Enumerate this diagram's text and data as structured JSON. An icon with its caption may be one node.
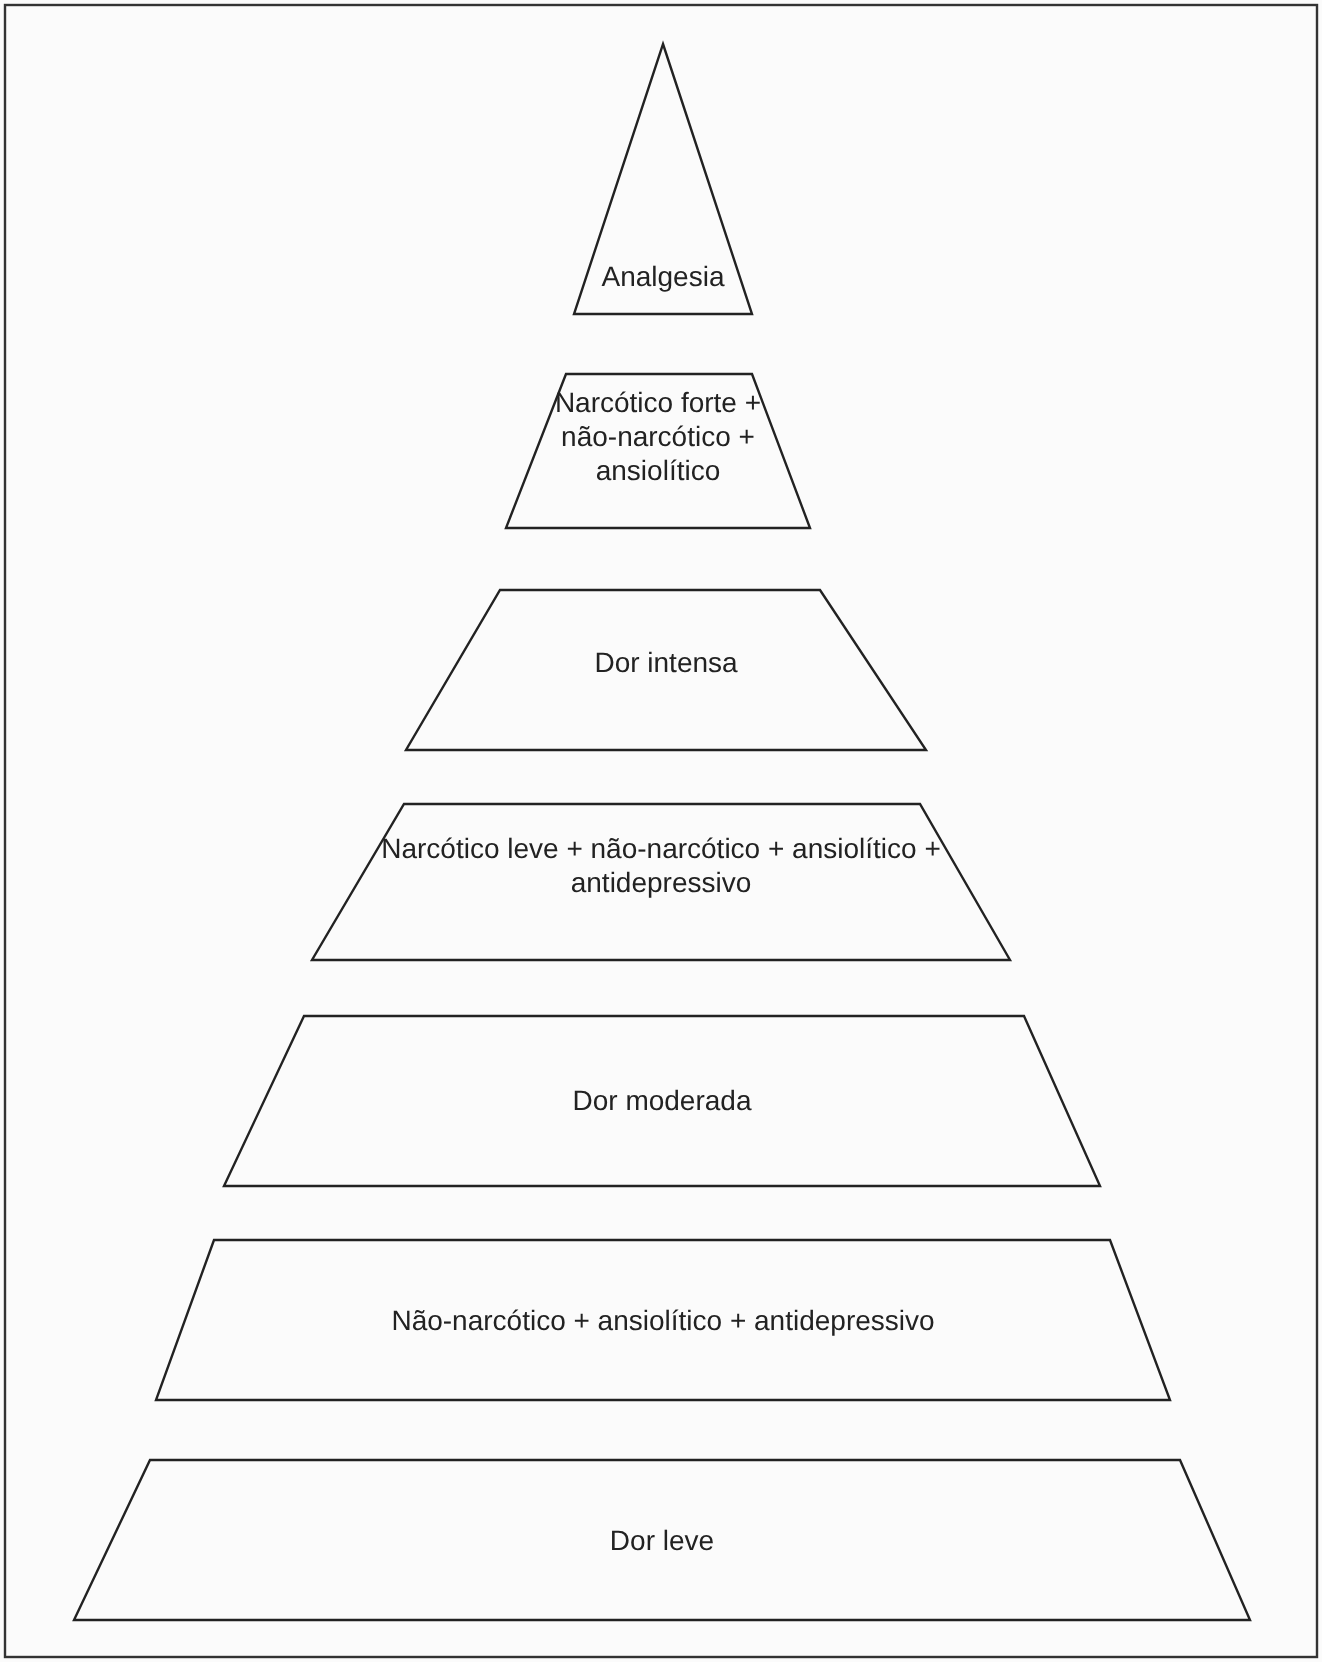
{
  "diagram": {
    "nodes": [
      {
        "text": [
          "Analgesia"
        ]
      },
      {
        "text": [
          "Narcótico forte + não-narcótico + ansiolítico"
        ]
      },
      {
        "text": [
          "Dor intensa"
        ]
      },
      {
        "text": [
          "Narcótico leve + não-narcótico + ansiolítico + antidepressivo"
        ]
      },
      {
        "text": [
          "Dor moderada"
        ]
      },
      {
        "text": [
          "Não-narcótico + ansiolítico + antidepressivo"
        ]
      },
      {
        "text": [
          "Dor leve"
        ]
      }
    ]
  }
}
